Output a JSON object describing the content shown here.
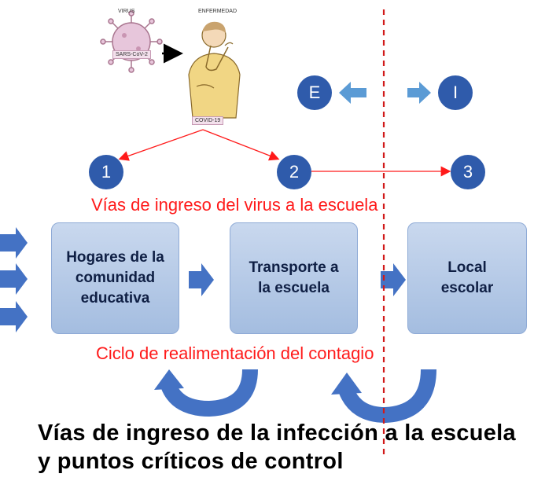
{
  "illustration": {
    "virus_label": "VIRUS",
    "disease_label": "ENFERMEDAD",
    "virus_name": "SARS-CoV-2",
    "disease_name": "COVID-19"
  },
  "markers": {
    "e_label": "E",
    "i_label": "I",
    "steps": [
      "1",
      "2",
      "3"
    ]
  },
  "labels": {
    "entry_routes": "Vías de ingreso del virus a la escuela",
    "feedback_cycle": "Ciclo de realimentación del contagio"
  },
  "boxes": {
    "homes": "Hogares de la comunidad educativa",
    "transport": "Transporte a la escuela",
    "school": "Local escolar"
  },
  "title": "Vías de ingreso de la infección a la escuela y puntos críticos de control",
  "colors": {
    "circle": "#2f5bab",
    "arrow": "#4472c4",
    "red": "#ff1a1a",
    "box": "#a4bde0"
  }
}
